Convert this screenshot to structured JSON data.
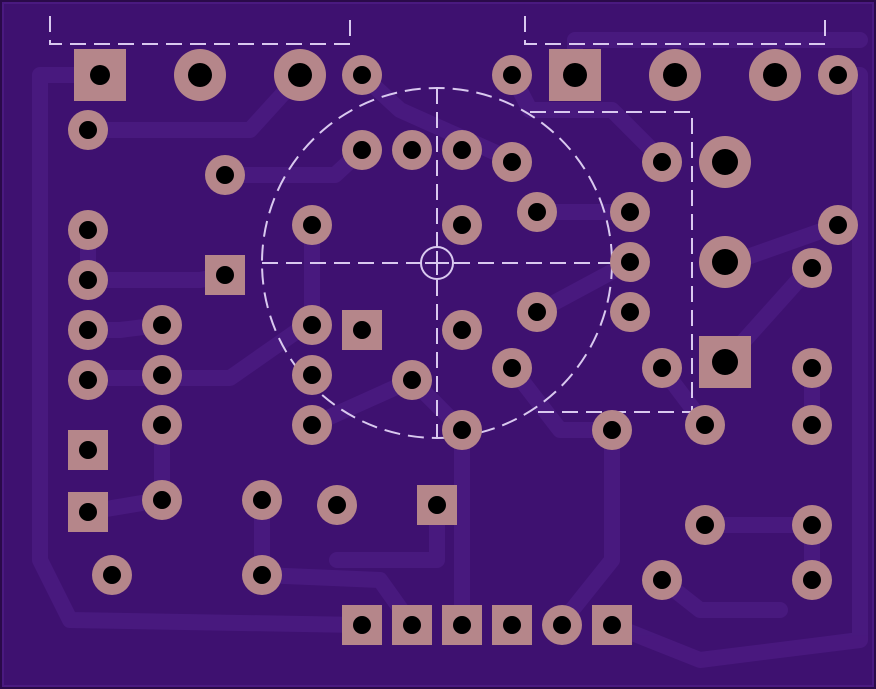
{
  "board": {
    "name": "pcb-bottom-view",
    "colors": {
      "background": "#2a0a4a",
      "board": "#3e1170",
      "trace": "#4a1a80",
      "pad": "#b5868a",
      "hole": "#000000",
      "silkscreen": "#d9c9ef"
    }
  },
  "pads": [
    {
      "kind": "square",
      "size": "large"
    },
    {
      "kind": "round",
      "size": "large"
    },
    {
      "kind": "round",
      "size": "large"
    },
    {
      "kind": "round",
      "size": "small"
    },
    {
      "kind": "round",
      "size": "small"
    },
    {
      "kind": "square",
      "size": "large"
    },
    {
      "kind": "round",
      "size": "large"
    },
    {
      "kind": "round",
      "size": "large"
    },
    {
      "kind": "round",
      "size": "small"
    }
  ]
}
